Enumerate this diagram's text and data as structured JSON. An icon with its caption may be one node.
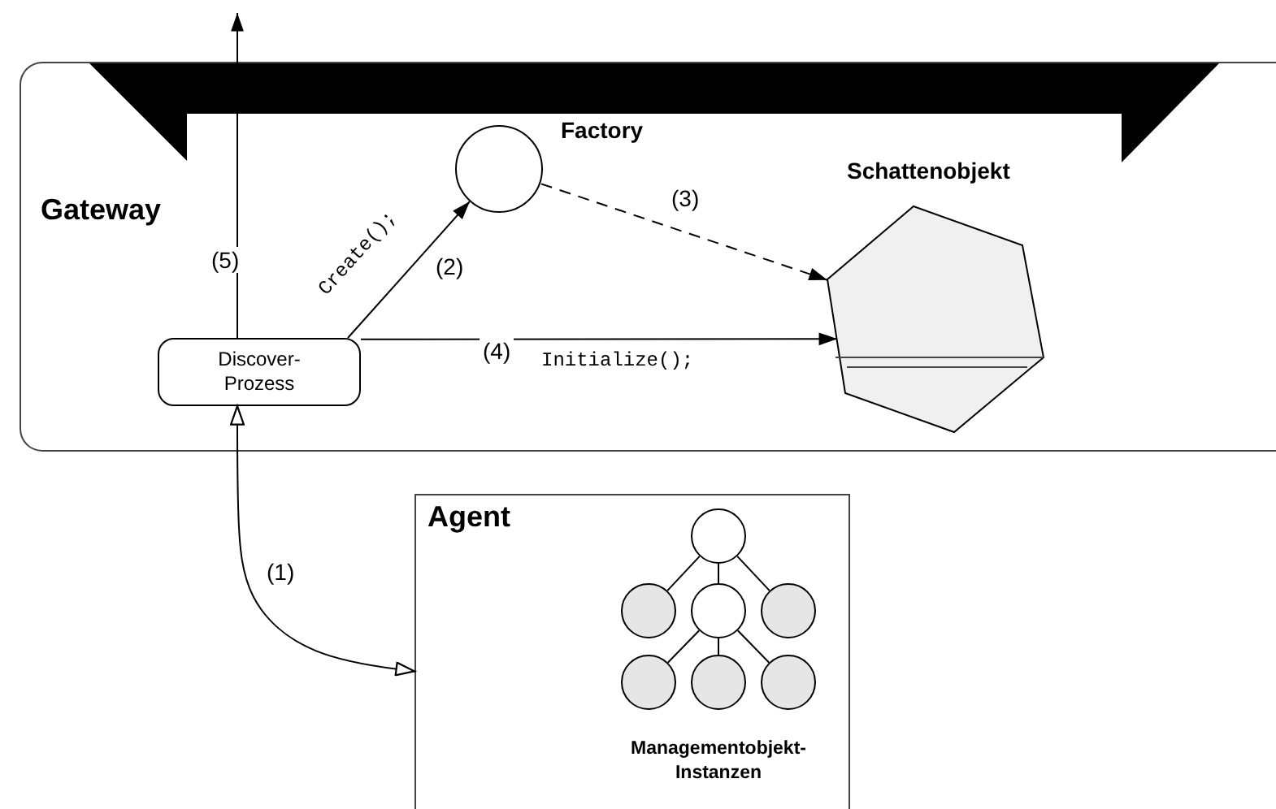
{
  "diagram": {
    "nodes": [
      {
        "text": [
          "Gateway"
        ]
      },
      {
        "text": [
          "Discover- Prozess"
        ],
        "in": 0
      },
      {
        "text": [
          "Factory"
        ],
        "in": 0
      },
      {
        "text": [
          "Schattenobjekt"
        ],
        "in": 0
      },
      {
        "text": [
          "Agent"
        ]
      },
      {
        "text": [],
        "shape": "circle",
        "in": 4
      },
      {
        "text": [],
        "shape": "circle",
        "in": 4
      },
      {
        "text": [],
        "shape": "circle",
        "in": 4
      },
      {
        "text": [],
        "shape": "circle",
        "in": 4
      },
      {
        "text": [],
        "shape": "circle",
        "in": 4
      },
      {
        "text": [],
        "shape": "circle",
        "in": 4
      },
      {
        "text": [],
        "shape": "circle",
        "in": 4
      }
    ],
    "edges": [
      {
        "from": 1,
        "to": null,
        "arrow": "to",
        "label": "(5)"
      },
      {
        "from": 1,
        "to": 2,
        "arrow": "to",
        "label": "Create();"
      },
      {
        "from": 2,
        "to": 3,
        "arrow": "to",
        "label": "(3)",
        "style": "dashed"
      },
      {
        "from": 1,
        "to": 3,
        "arrow": "to",
        "label": "Initialize();"
      },
      {
        "from": 1,
        "to": 4,
        "arrow": "both",
        "label": "(1)"
      },
      {
        "from": 5,
        "to": 6,
        "arrow": "none"
      },
      {
        "from": 5,
        "to": 7,
        "arrow": "none"
      },
      {
        "from": 5,
        "to": 8,
        "arrow": "none"
      },
      {
        "from": 7,
        "to": 9,
        "arrow": "none"
      },
      {
        "from": 7,
        "to": 10,
        "arrow": "none"
      },
      {
        "from": 7,
        "to": 11,
        "arrow": "none"
      }
    ],
    "labels": [
      "(2)",
      "(4)",
      "Managementobjekt- Instanzen"
    ]
  }
}
